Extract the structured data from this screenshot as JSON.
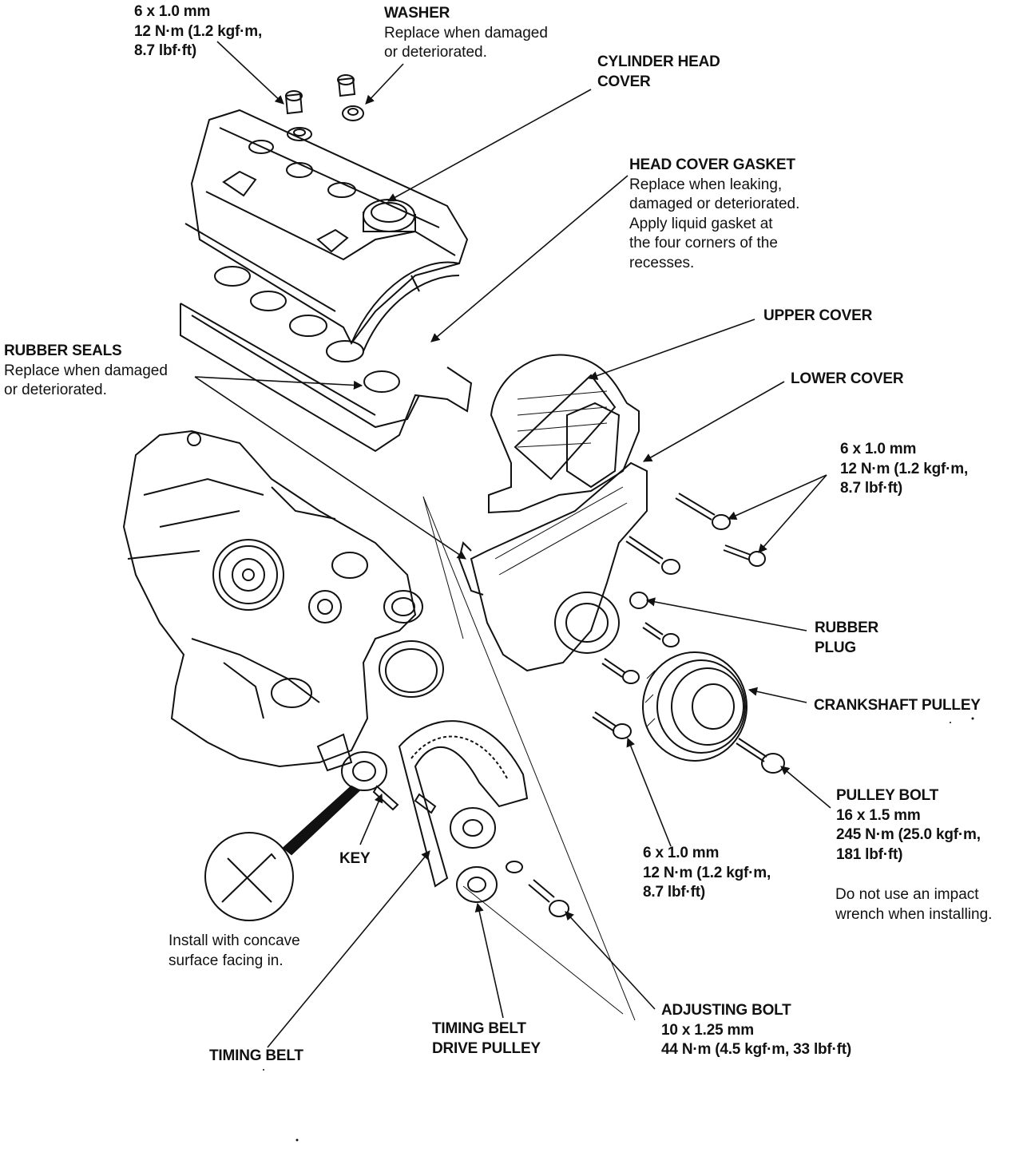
{
  "labels": {
    "top_bolt": {
      "bold": [
        "6 x 1.0 mm",
        "12 N·m (1.2 kgf·m,",
        "8.7 lbf·ft)"
      ],
      "note": []
    },
    "washer": {
      "bold": [
        "WASHER"
      ],
      "note": [
        "Replace when damaged",
        "or deteriorated."
      ]
    },
    "cylinder_head_cover": {
      "bold": [
        "CYLINDER HEAD",
        "COVER"
      ],
      "note": []
    },
    "head_cover_gasket": {
      "bold": [
        "HEAD COVER GASKET"
      ],
      "note": [
        "Replace when leaking,",
        "damaged or deteriorated.",
        "Apply liquid gasket at",
        "the four corners of the",
        "recesses."
      ]
    },
    "upper_cover": {
      "bold": [
        "UPPER COVER"
      ],
      "note": []
    },
    "lower_cover": {
      "bold": [
        "LOWER COVER"
      ],
      "note": []
    },
    "rubber_seals": {
      "bold": [
        "RUBBER SEALS"
      ],
      "note": [
        "Replace when damaged",
        "or deteriorated."
      ]
    },
    "right_bolts": {
      "bold": [
        "6 x 1.0 mm",
        "12 N·m (1.2 kgf·m,",
        "8.7 lbf·ft)"
      ],
      "note": []
    },
    "rubber_plug": {
      "bold": [
        "RUBBER",
        "PLUG"
      ],
      "note": []
    },
    "crankshaft_pulley": {
      "bold": [
        "CRANKSHAFT PULLEY"
      ],
      "note": []
    },
    "pulley_bolt": {
      "bold": [
        "PULLEY BOLT",
        "16 x 1.5 mm",
        "245 N·m (25.0 kgf·m,",
        "181 lbf·ft)"
      ],
      "note": []
    },
    "pulley_bolt_warning": {
      "bold": [],
      "note": [
        "Do not use an impact",
        "wrench when installing."
      ]
    },
    "lower_bolts": {
      "bold": [
        "6 x 1.0 mm",
        "12 N·m (1.2 kgf·m,",
        "8.7 lbf·ft)"
      ],
      "note": []
    },
    "key": {
      "bold": [
        "KEY"
      ],
      "note": []
    },
    "concave_note": {
      "bold": [],
      "note": [
        "Install with concave",
        "surface facing in."
      ]
    },
    "timing_belt": {
      "bold": [
        "TIMING BELT"
      ],
      "note": []
    },
    "drive_pulley": {
      "bold": [
        "TIMING BELT",
        "DRIVE PULLEY"
      ],
      "note": []
    },
    "adjusting_bolt": {
      "bold": [
        "ADJUSTING BOLT",
        "10 x 1.25 mm",
        "44 N·m (4.5 kgf·m, 33 lbf·ft)"
      ],
      "note": []
    }
  }
}
